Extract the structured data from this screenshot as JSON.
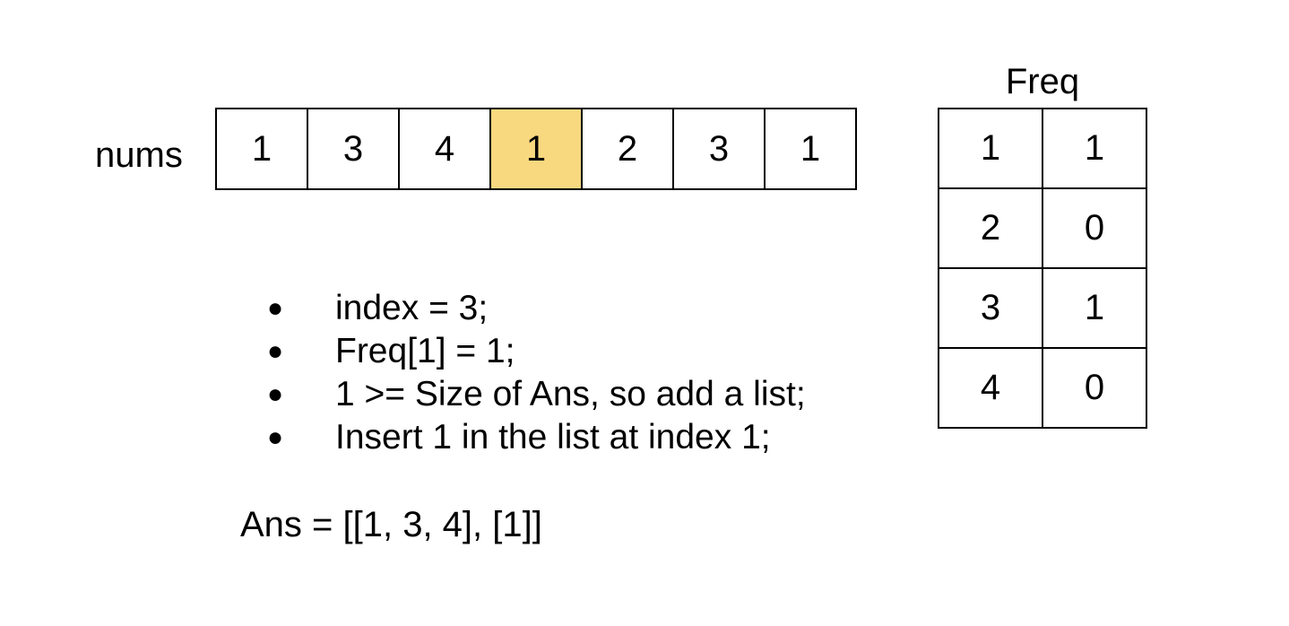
{
  "nums": {
    "label": "nums",
    "values": [
      "1",
      "3",
      "4",
      "1",
      "2",
      "3",
      "1"
    ],
    "highlight_index": 3,
    "highlight_color": "#f9d97f"
  },
  "freq": {
    "title": "Freq",
    "rows": [
      {
        "key": "1",
        "value": "1"
      },
      {
        "key": "2",
        "value": "0"
      },
      {
        "key": "3",
        "value": "1"
      },
      {
        "key": "4",
        "value": "0"
      }
    ]
  },
  "steps": [
    "index = 3;",
    "Freq[1] = 1;",
    "1 >= Size of Ans, so add a list;",
    "Insert 1 in the list at index 1;"
  ],
  "bullet_char": "●",
  "ans_text": "Ans = [[1, 3, 4], [1]]"
}
